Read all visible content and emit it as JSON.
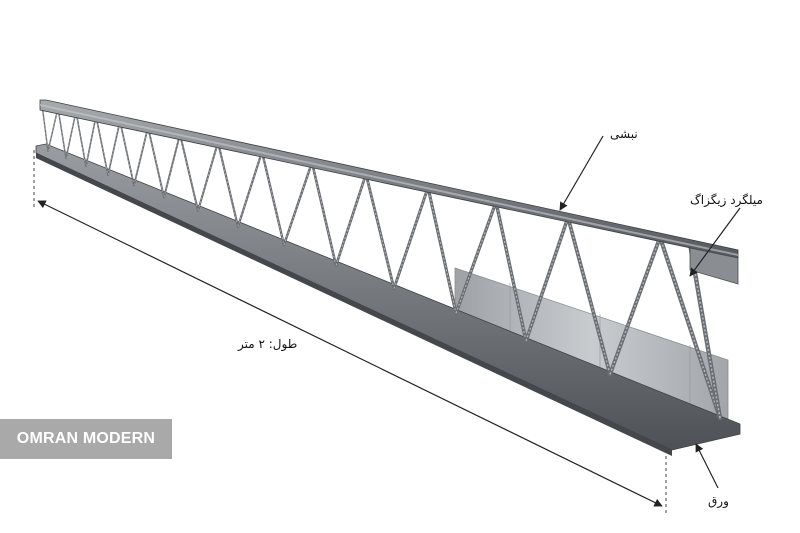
{
  "labels": {
    "top_angle": "نبشی",
    "zigzag_rebar": "میلگرد زیگزاگ",
    "length": "طول: ۲ متر",
    "sheet": "ورق"
  },
  "watermark": "OMRAN MODERN",
  "colors": {
    "steel_dark": "#5d6065",
    "steel_mid": "#8c9094",
    "steel_light": "#c3c6c9",
    "rebar": "#6a6d71",
    "dimension_line": "#222222",
    "watermark_bg": "#a9a9a9"
  },
  "icons": {
    "pointer": "arrow-icon"
  }
}
